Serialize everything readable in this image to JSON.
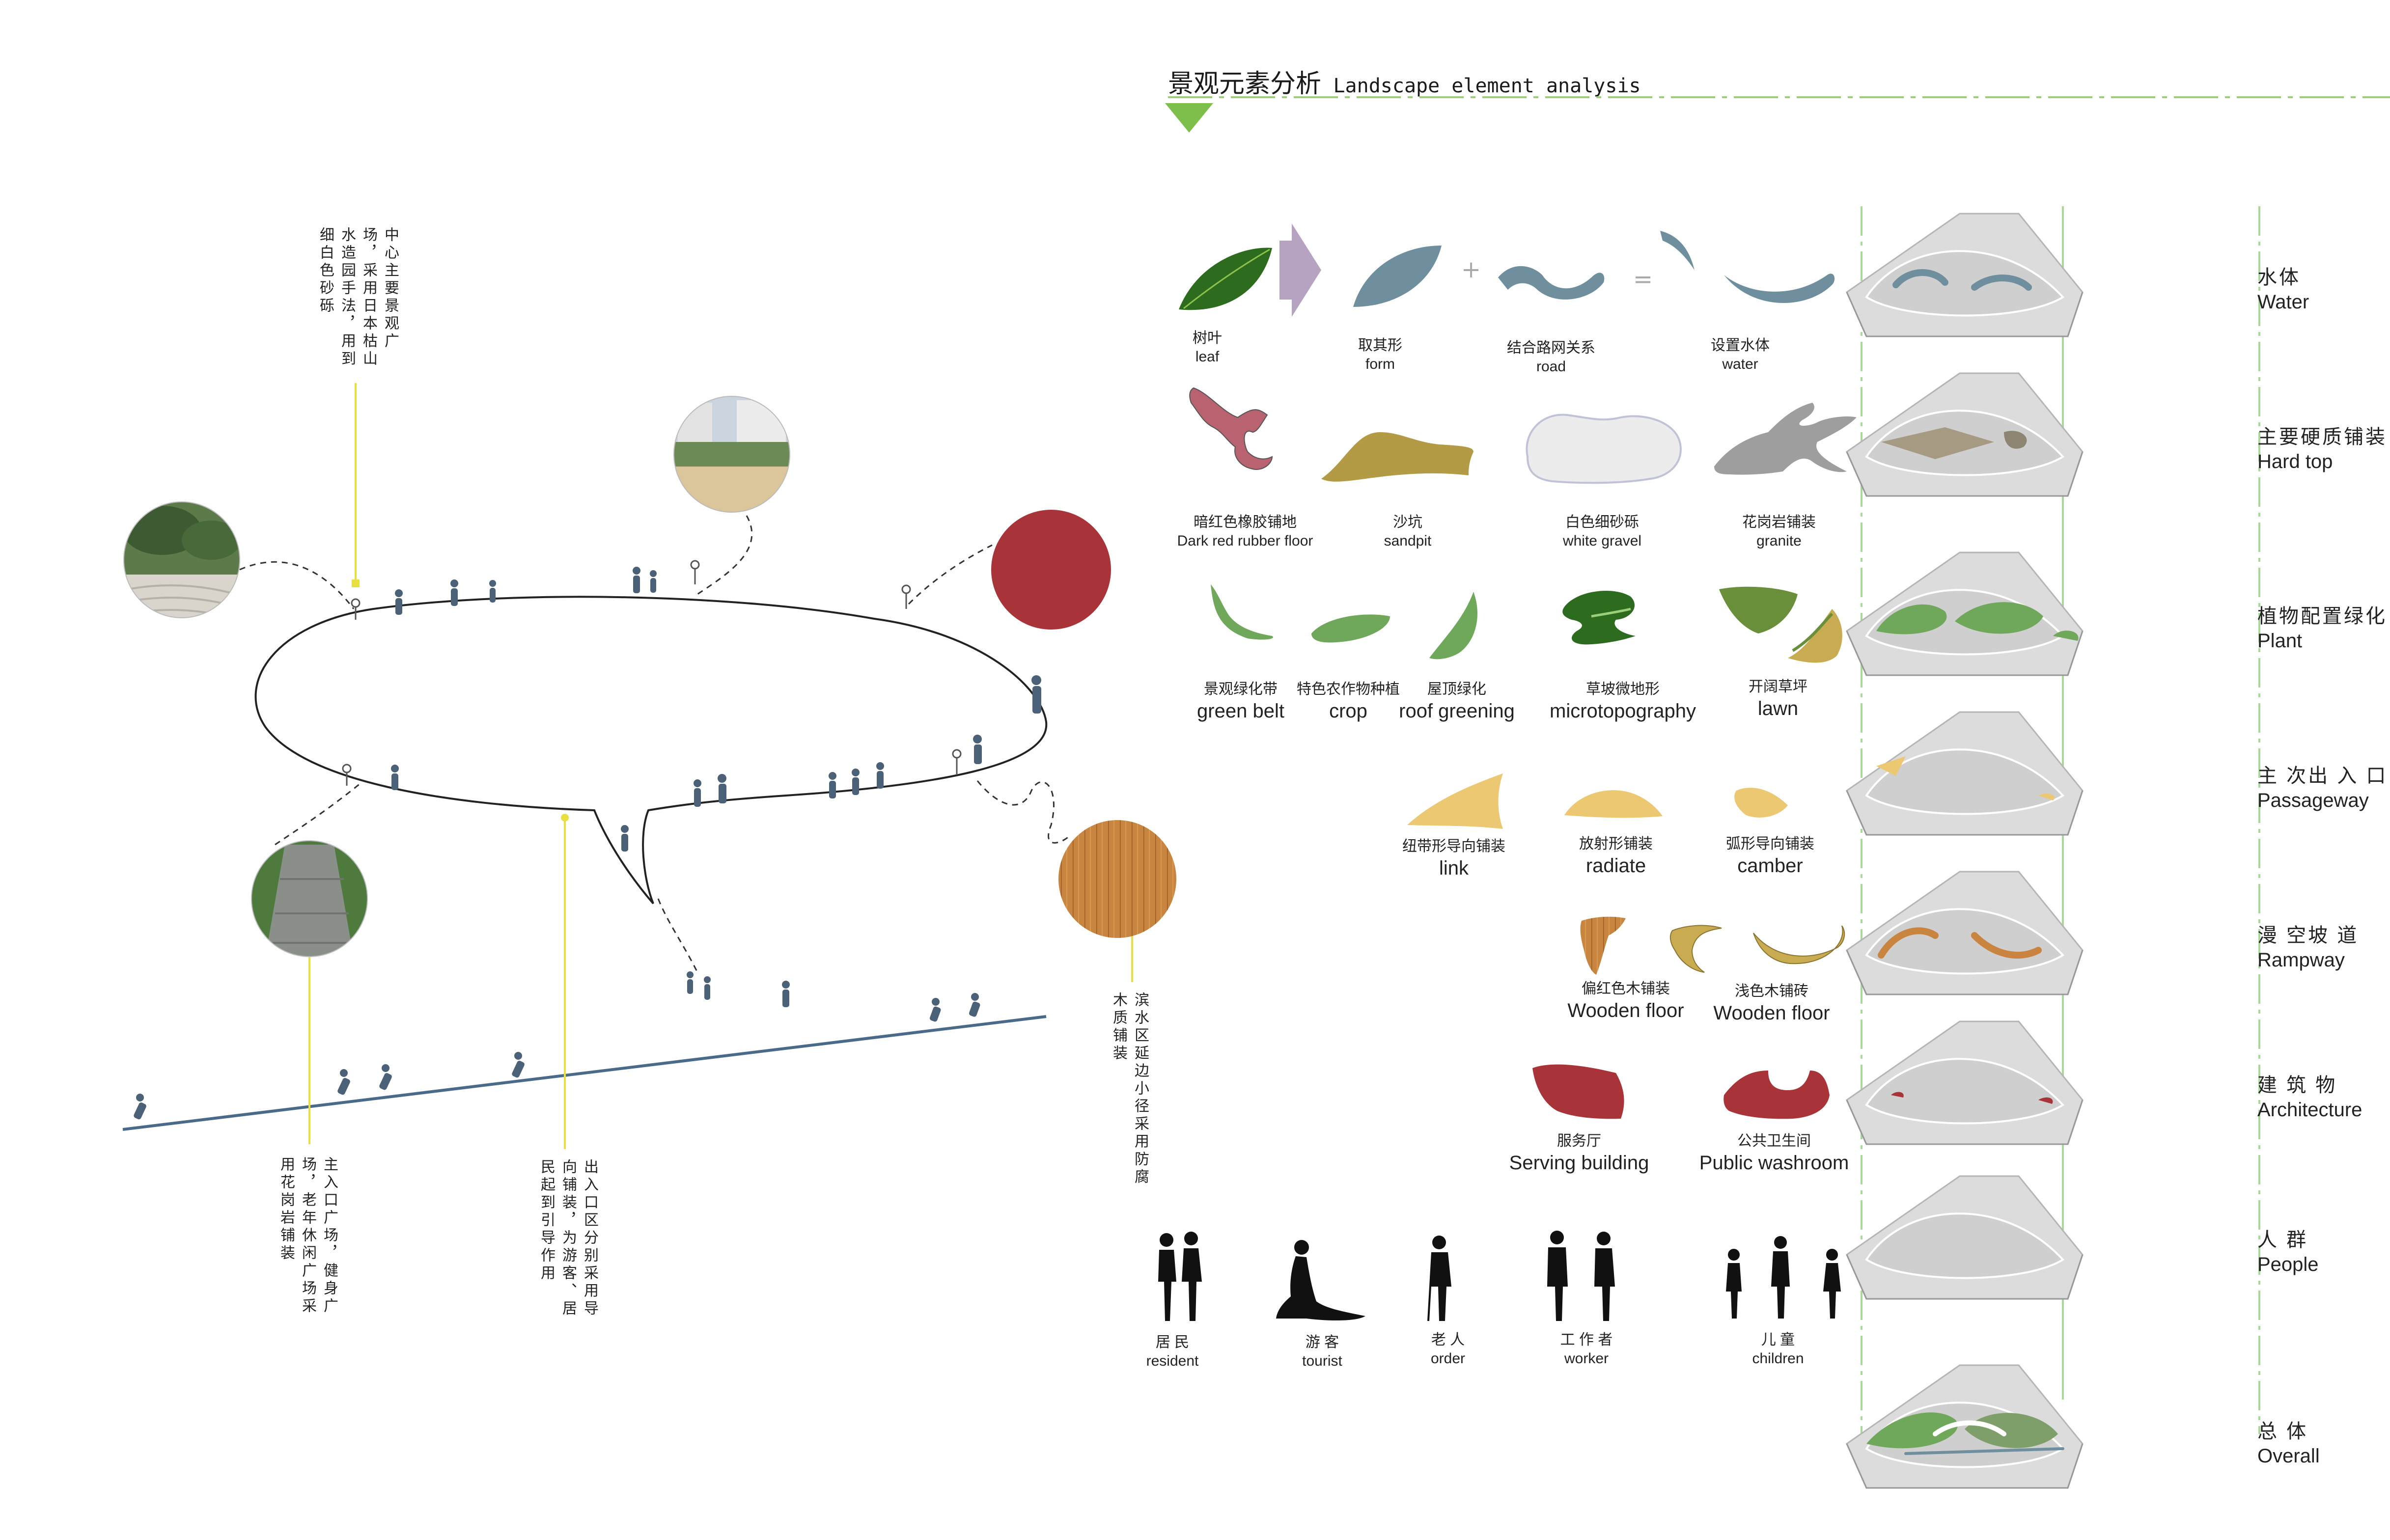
{
  "header": {
    "title_cn": "景观元素分析",
    "title_en": "Landscape element analysis",
    "accent_color": "#7dbf4a"
  },
  "plan_annotations": {
    "center_square": "中心主要景观广场，采用日本枯山水造园手法，用到细白色砂砾",
    "waterfront": "滨水区延边小径采用防腐木质铺装",
    "main_entrance": "主入口广场，健身广场，老年休闲广场采用花岗岩铺装",
    "entrance_zones": "出入口区分别采用导向铺装，为游客、居民起到引导作用"
  },
  "elements": {
    "row1": [
      {
        "cn": "树叶",
        "en": "leaf"
      },
      {
        "cn": "取其形",
        "en": "form"
      },
      {
        "cn": "结合路网关系",
        "en": "road"
      },
      {
        "cn": "设置水体",
        "en": "water"
      }
    ],
    "row2": [
      {
        "cn": "暗红色橡胶铺地",
        "en": "Dark red rubber floor"
      },
      {
        "cn": "沙坑",
        "en": "sandpit"
      },
      {
        "cn": "白色细砂砾",
        "en": "white gravel"
      },
      {
        "cn": "花岗岩铺装",
        "en": "granite"
      }
    ],
    "row3": [
      {
        "cn": "景观绿化带",
        "en": "green belt"
      },
      {
        "cn": "特色农作物种植",
        "en": "crop"
      },
      {
        "cn": "屋顶绿化",
        "en": "roof greening"
      },
      {
        "cn": "草坡微地形",
        "en": "microtopography"
      },
      {
        "cn": "开阔草坪",
        "en": "lawn"
      }
    ],
    "row4": [
      {
        "cn": "纽带形导向铺装",
        "en": "link"
      },
      {
        "cn": "放射形铺装",
        "en": "radiate"
      },
      {
        "cn": "弧形导向铺装",
        "en": "camber"
      }
    ],
    "row5": [
      {
        "cn": "偏红色木铺装",
        "en": "Wooden floor"
      },
      {
        "cn": "浅色木铺砖",
        "en": "Wooden floor"
      }
    ],
    "row6": [
      {
        "cn": "服务厅",
        "en": "Serving building"
      },
      {
        "cn": "公共卫生间",
        "en": "Public washroom"
      }
    ],
    "people": [
      {
        "cn": "居 民",
        "en": "resident"
      },
      {
        "cn": "游 客",
        "en": "tourist"
      },
      {
        "cn": "老 人",
        "en": "order"
      },
      {
        "cn": "工 作 者",
        "en": "worker"
      },
      {
        "cn": "儿 童",
        "en": "children"
      }
    ]
  },
  "layers": [
    {
      "cn": "水体",
      "en": "Water"
    },
    {
      "cn": "主要硬质铺装",
      "en": "Hard top"
    },
    {
      "cn": "植物配置绿化",
      "en": "Plant"
    },
    {
      "cn": "主 次出 入 口",
      "en": "Passageway"
    },
    {
      "cn": "漫 空坡 道",
      "en": "Rampway"
    },
    {
      "cn": "建  筑  物",
      "en": "Architecture"
    },
    {
      "cn": "人  群",
      "en": "People"
    },
    {
      "cn": "总  体",
      "en": "Overall"
    }
  ],
  "colors": {
    "water": "#6f8f9f",
    "rubber": "#b8636f",
    "sand": "#b39a45",
    "green": "#6fa85a",
    "yellow_paving": "#ecc873",
    "wood": "#c8853f",
    "building": "#a8343a",
    "ground_line": "#4a6a8a",
    "callout": "#e8e040"
  }
}
